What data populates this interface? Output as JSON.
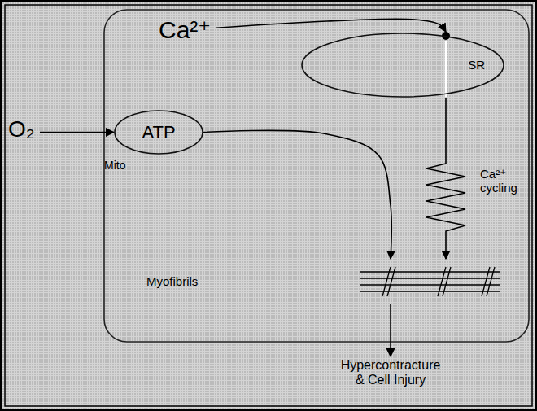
{
  "diagram": {
    "nodes": [
      {
        "text": [
          "Ca²⁺"
        ]
      },
      {
        "text": [
          "SR"
        ]
      },
      {
        "text": [
          "O₂"
        ]
      },
      {
        "text": [
          "ATP",
          "Mito"
        ]
      },
      {
        "text": [
          "Ca²⁺ cycling"
        ]
      },
      {
        "text": [
          "Myofibrils"
        ]
      },
      {
        "text": [
          "Hypercontracture & Cell Injury"
        ]
      }
    ],
    "edges": [
      {
        "from": 0,
        "to": 1,
        "arrow": "to"
      },
      {
        "from": 1,
        "to": 4,
        "arrow": "none"
      },
      {
        "from": 4,
        "to": 5,
        "arrow": "to"
      },
      {
        "from": 2,
        "to": 3,
        "arrow": "to"
      },
      {
        "from": 3,
        "to": 5,
        "arrow": "to"
      },
      {
        "from": 5,
        "to": 6,
        "arrow": "to"
      }
    ]
  }
}
